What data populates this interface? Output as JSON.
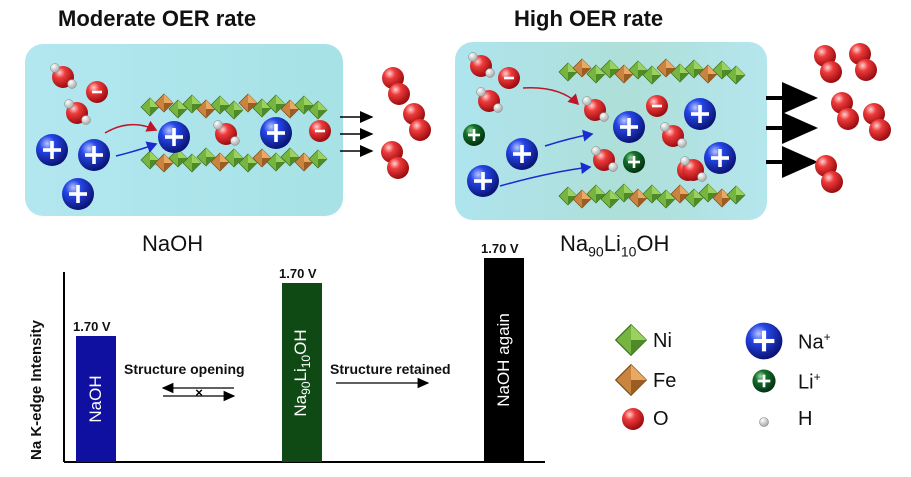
{
  "panels": {
    "left": {
      "title": "Moderate OER rate",
      "electrolyte": "NaOH"
    },
    "right": {
      "title": "High OER rate",
      "electrolyte_prefix": "Na",
      "electrolyte_sub1": "90",
      "electrolyte_mid": "Li",
      "electrolyte_sub2": "10",
      "electrolyte_suffix": "OH"
    }
  },
  "chart": {
    "ylabel": "Na K-edge Intensity",
    "bars": [
      {
        "value_label": "1.70 V",
        "text": "NaOH",
        "color": "#1010a0"
      },
      {
        "value_label": "1.70 V",
        "text_prefix": "Na",
        "text_sub1": "90",
        "text_mid": "Li",
        "text_sub2": "10",
        "text_suffix": "OH",
        "color": "#0f4a14"
      },
      {
        "value_label": "1.70 V",
        "text": "NaOH again",
        "color": "#000000"
      }
    ],
    "transitions": [
      {
        "label": "Structure opening"
      },
      {
        "label": "Structure retained"
      }
    ]
  },
  "chart_data": {
    "type": "bar",
    "categories": [
      "NaOH",
      "Na90Li10OH",
      "NaOH again"
    ],
    "values": [
      0.6,
      0.85,
      0.97
    ],
    "ylabel": "Na K-edge Intensity"
  },
  "legend": {
    "items": [
      {
        "label": "Ni",
        "icon": "green-octahedron-icon"
      },
      {
        "label": "Fe",
        "icon": "orange-octahedron-icon"
      },
      {
        "label": "O",
        "icon": "red-sphere-icon"
      },
      {
        "label": "Na",
        "sup": "+",
        "icon": "blue-plus-sphere-icon"
      },
      {
        "label": "Li",
        "sup": "+",
        "icon": "green-plus-sphere-icon"
      },
      {
        "label": "H",
        "icon": "small-white-sphere-icon"
      }
    ]
  },
  "colors": {
    "na": "#1d2fd6",
    "li": "#0c5a1e",
    "o": "#e0232b",
    "panel_bg": "#aee6ec",
    "ni": "#6fae3a",
    "fe": "#c8843c"
  }
}
